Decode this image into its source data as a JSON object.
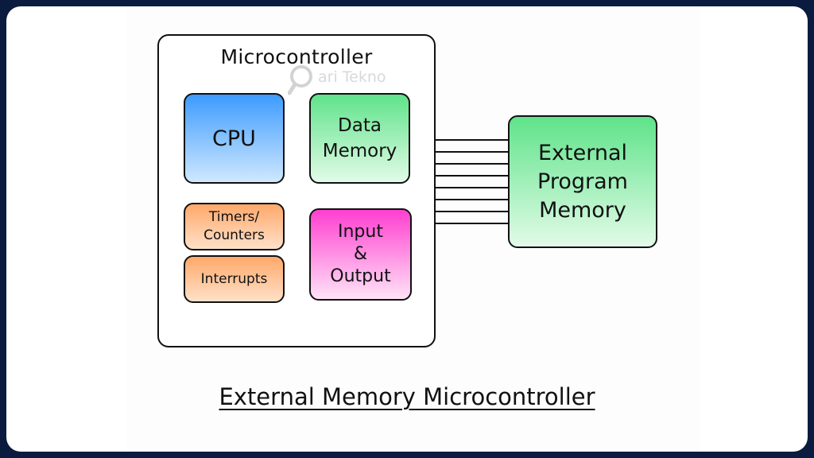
{
  "diagram": {
    "microcontroller": {
      "title": "Microcontroller",
      "blocks": {
        "cpu": "CPU",
        "data_memory": "Data\nMemory",
        "timers_counters": "Timers/\nCounters",
        "interrupts": "Interrupts",
        "input_output": "Input\n&\nOutput"
      }
    },
    "external_program_memory": "External\nProgram\nMemory",
    "bus": {
      "line_count": 8
    },
    "caption": "External Memory Microcontroller",
    "watermark": "ari Tekno",
    "colors": {
      "cpu": "#3d9bff",
      "data_memory": "#5fe38a",
      "timers_counters": "#ffa86a",
      "interrupts": "#ffa86a",
      "input_output": "#ff3fd0",
      "external_program_memory": "#5fe38a",
      "frame": "#0b1a3f"
    }
  }
}
